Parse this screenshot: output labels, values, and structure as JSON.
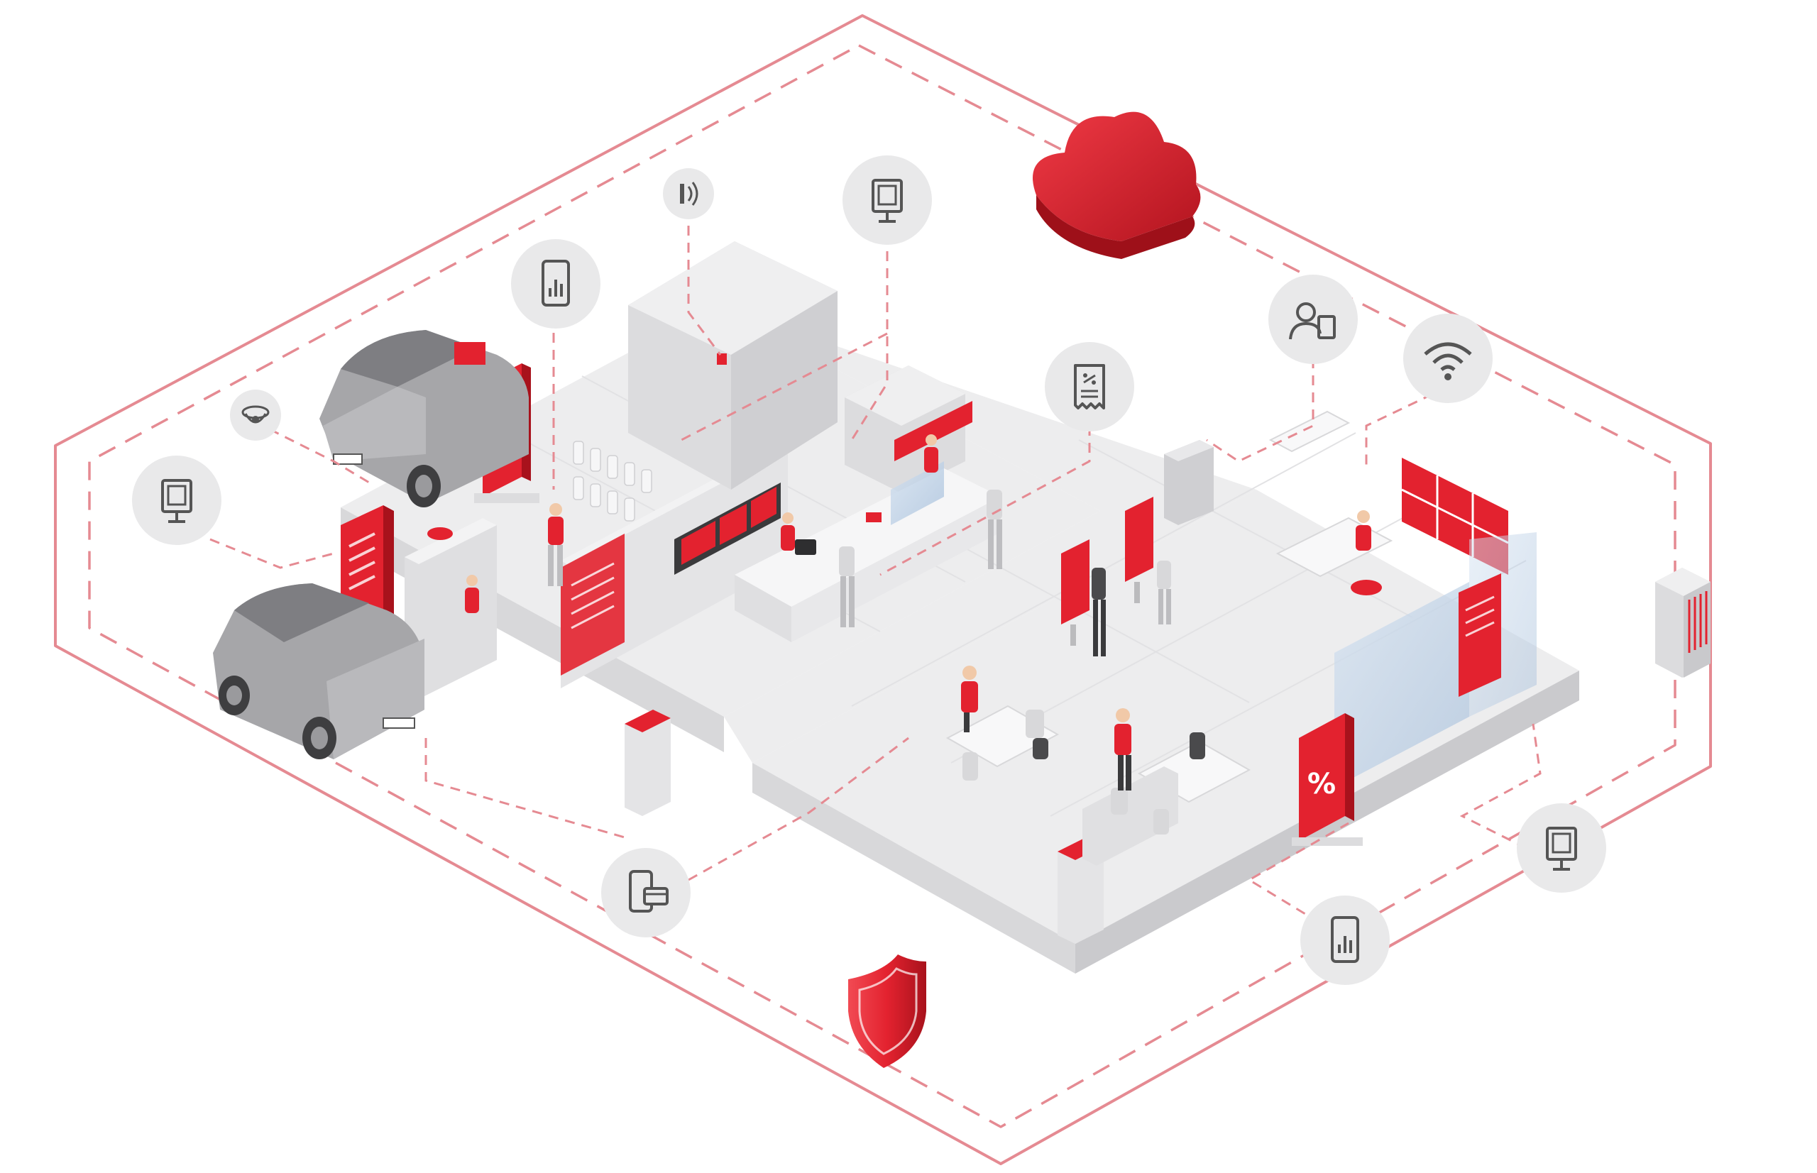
{
  "colors": {
    "accent": "#e3222f",
    "accent_dark": "#b3141f",
    "line": "#e58a92",
    "icon_circle": "#e9e9ea",
    "icon_stroke": "#555555",
    "floor": "#ededee",
    "floor_shadow": "#d4d4d6",
    "wall": "#dcdcde",
    "car": "#9e9ea1",
    "glass": "#bcd0e6"
  },
  "signage": {
    "discount_symbol": "%"
  },
  "icons": [
    {
      "id": "kiosk-left",
      "icon": "kiosk-icon"
    },
    {
      "id": "camera",
      "icon": "security-camera-icon"
    },
    {
      "id": "mobile-analytics-top",
      "icon": "mobile-analytics-icon"
    },
    {
      "id": "nfc",
      "icon": "contactless-icon"
    },
    {
      "id": "kiosk-top",
      "icon": "kiosk-icon"
    },
    {
      "id": "receipt",
      "icon": "receipt-discount-icon"
    },
    {
      "id": "staff",
      "icon": "staff-order-icon"
    },
    {
      "id": "wifi",
      "icon": "wifi-icon"
    },
    {
      "id": "server",
      "icon": "server-icon"
    },
    {
      "id": "mobile-payment",
      "icon": "mobile-payment-icon"
    },
    {
      "id": "mobile-analytics-bottom",
      "icon": "mobile-analytics-icon"
    },
    {
      "id": "kiosk-bottom-right",
      "icon": "kiosk-icon"
    },
    {
      "id": "cloud",
      "icon": "cloud-icon"
    },
    {
      "id": "shield",
      "icon": "security-shield-icon"
    }
  ]
}
